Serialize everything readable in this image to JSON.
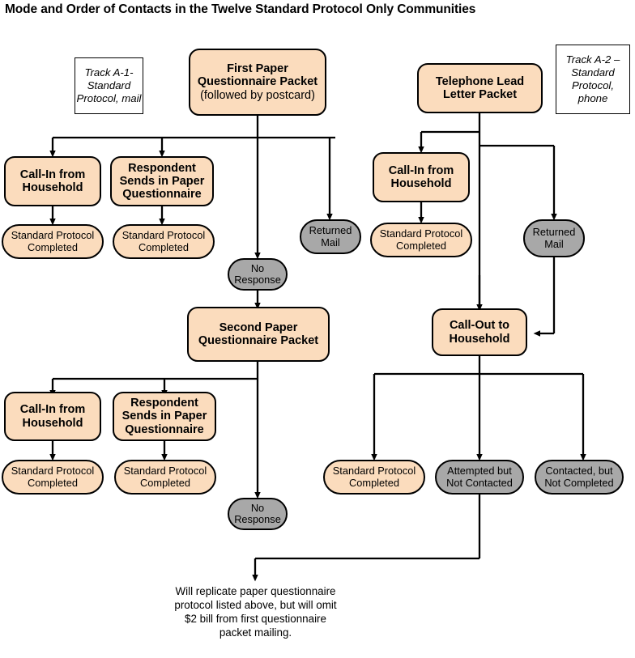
{
  "title": "Mode and Order of Contacts in the Twelve Standard Protocol Only Communities",
  "colors": {
    "peach": "#fbdcbd",
    "grey": "#a8a8a8",
    "outline": "#000000",
    "background": "#ffffff"
  },
  "track_labels": {
    "left": "Track A-1- Standard Protocol, mail",
    "right": "Track A-2 – Standard Protocol, phone"
  },
  "nodes": {
    "first_paper_packet_title": "First Paper Questionnaire Packet",
    "first_paper_packet_sub": "(followed by postcard)",
    "telephone_lead_letter": "Telephone Lead Letter Packet",
    "call_in_household_1": "Call-In from Household",
    "respondent_sends_paper_1": "Respondent Sends in Paper Questionnaire",
    "standard_protocol_completed_1": "Standard Protocol Completed",
    "standard_protocol_completed_2": "Standard Protocol Completed",
    "returned_mail_1": "Returned Mail",
    "no_response_1": "No Response",
    "call_in_household_2": "Call-In from Household",
    "standard_protocol_completed_3": "Standard Protocol Completed",
    "returned_mail_2": "Returned Mail",
    "second_paper_packet": "Second Paper Questionnaire Packet",
    "call_out_household": "Call-Out to Household",
    "call_in_household_3": "Call-In from Household",
    "respondent_sends_paper_2": "Respondent Sends in Paper Questionnaire",
    "standard_protocol_completed_4": "Standard Protocol Completed",
    "standard_protocol_completed_5": "Standard Protocol Completed",
    "no_response_2": "No Response",
    "standard_protocol_completed_6": "Standard Protocol Completed",
    "attempted_not_contacted": "Attempted but Not Contacted",
    "contacted_not_completed": "Contacted, but Not Completed"
  },
  "footnote": "Will replicate paper questionnaire protocol listed above, but will omit $2 bill from first questionnaire packet mailing."
}
